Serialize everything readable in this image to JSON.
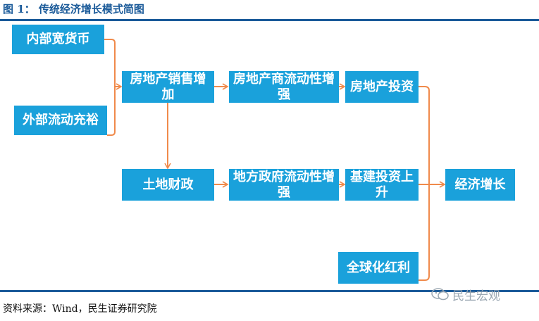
{
  "title": "图 1：  传统经济增长模式简图",
  "source": "资料来源：Wind，民生证券研究院",
  "watermark": "民生宏观",
  "colors": {
    "box": "#1aa1db",
    "arrow": "#f08a4b",
    "rule": "#1a5a99"
  },
  "nodes": {
    "internal_money": "内部宽货币",
    "external_liquidity": "外部流动充裕",
    "property_sales": "房地产销售增加",
    "property_liquidity": "房地产商流动性增强",
    "property_investment": "房地产投资",
    "land_finance": "土地财政",
    "local_gov_liquidity": "地方政府流动性增强",
    "infrastructure": "基建投资上升",
    "globalization": "全球化红利",
    "growth": "经济增长"
  }
}
